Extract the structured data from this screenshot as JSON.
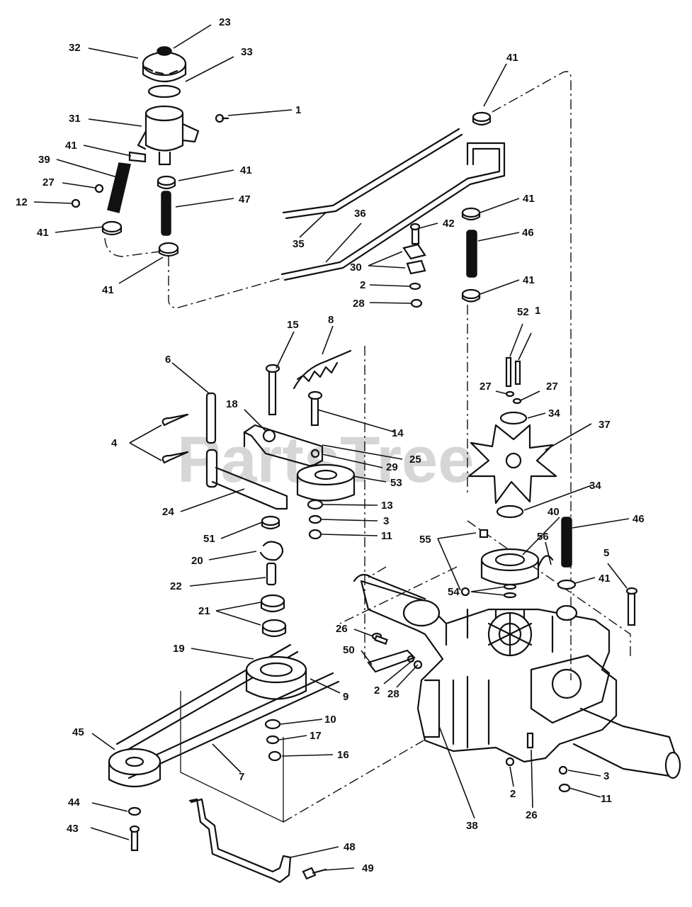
{
  "watermark": "PartsTree",
  "labels": [
    "23",
    "32",
    "33",
    "1",
    "31",
    "41",
    "41",
    "39",
    "27",
    "12",
    "41",
    "47",
    "41",
    "41",
    "35",
    "36",
    "41",
    "46",
    "42",
    "30",
    "2",
    "28",
    "41",
    "52",
    "1",
    "27",
    "27",
    "34",
    "37",
    "34",
    "15",
    "8",
    "6",
    "18",
    "14",
    "4",
    "25",
    "29",
    "53",
    "24",
    "13",
    "3",
    "11",
    "51",
    "20",
    "22",
    "21",
    "40",
    "46",
    "56",
    "55",
    "41",
    "54",
    "5",
    "26",
    "50",
    "19",
    "9",
    "2",
    "28",
    "10",
    "17",
    "45",
    "16",
    "7",
    "38",
    "2",
    "26",
    "3",
    "11",
    "44",
    "43",
    "48",
    "49"
  ]
}
